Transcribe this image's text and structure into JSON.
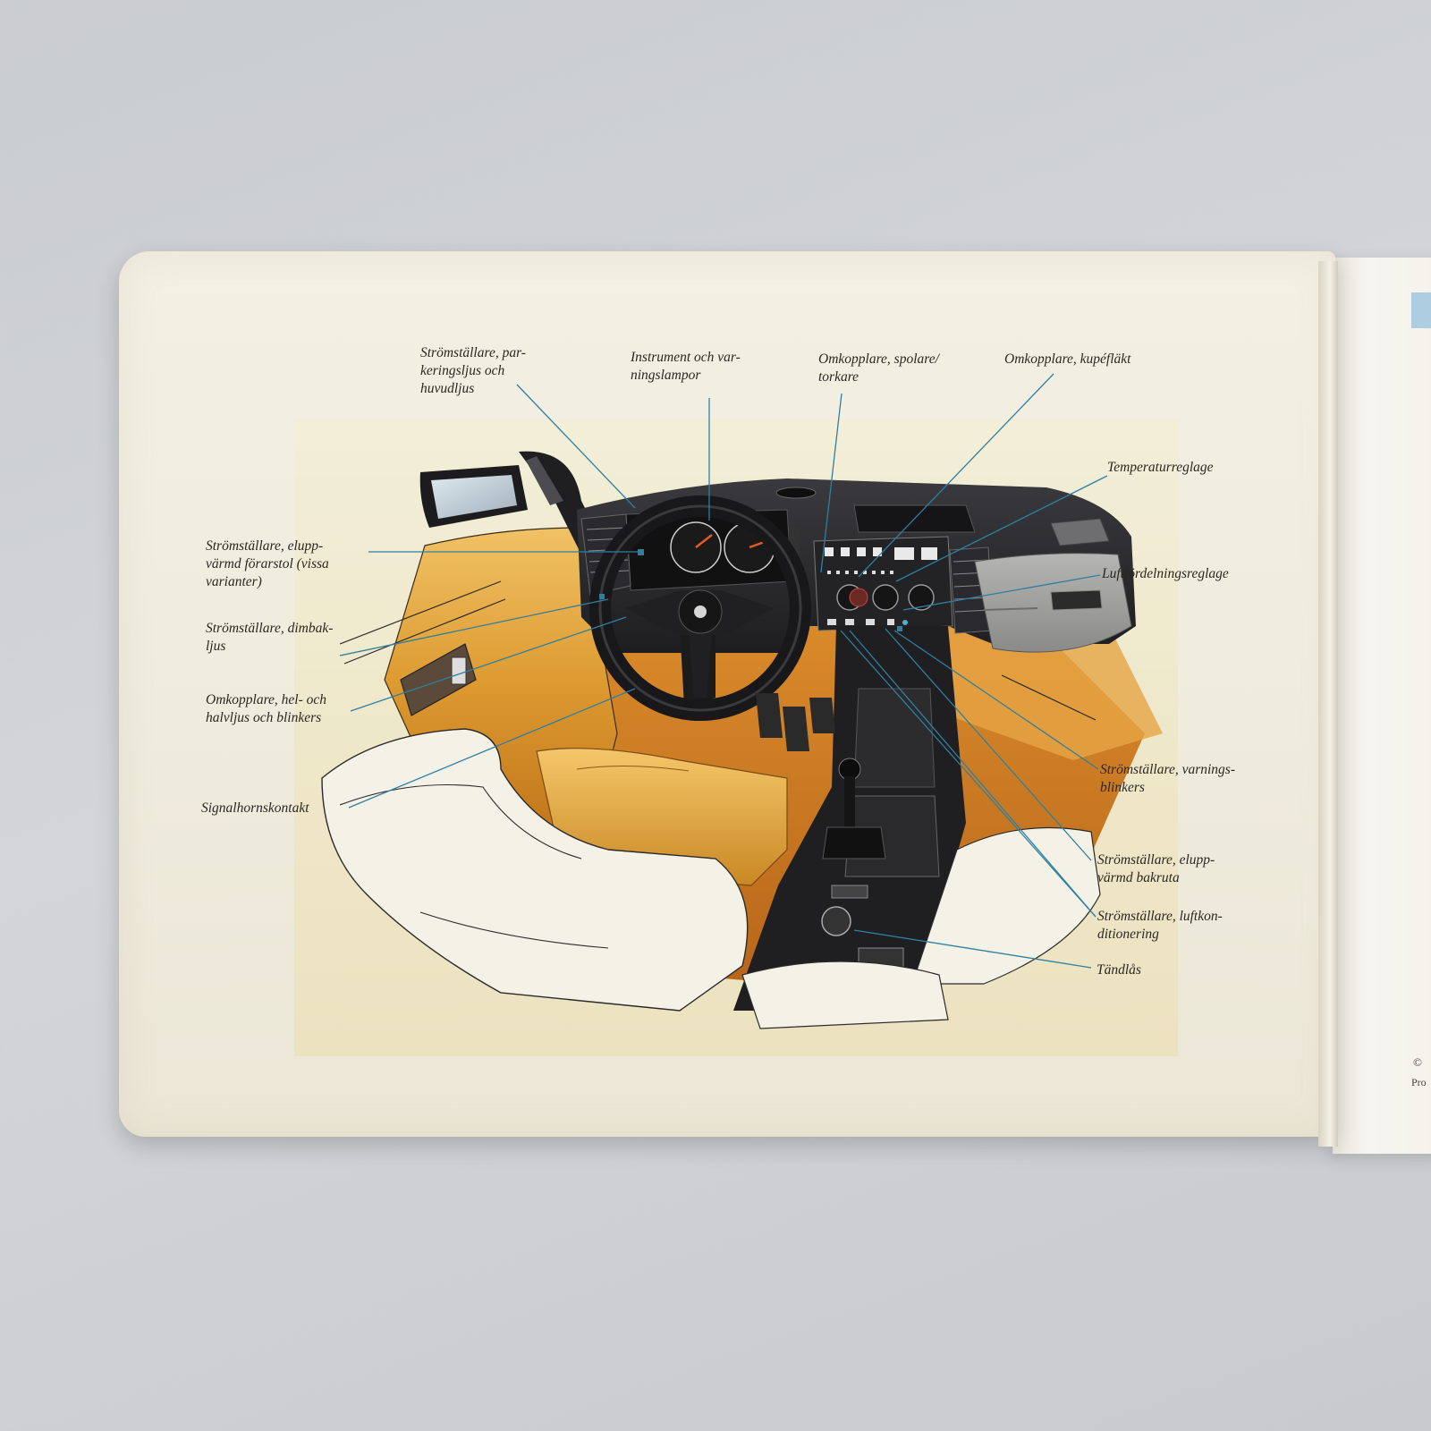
{
  "labels": [
    {
      "id": "parking-light-switch",
      "text": "Strömställare, par-\nkeringsljus och\nhuvudljus"
    },
    {
      "id": "instruments",
      "text": "Instrument och var-\nningslampor"
    },
    {
      "id": "wiper-switch",
      "text": "Omkopplare, spolare/\ntorkare"
    },
    {
      "id": "fan-switch",
      "text": "Omkopplare, kupéfläkt"
    },
    {
      "id": "temperature-control",
      "text": "Temperaturreglage"
    },
    {
      "id": "air-distribution-control",
      "text": "Luftfördelningsreglage"
    },
    {
      "id": "heated-seat-switch",
      "text": "Strömställare, elupp-\nvärmd förarstol (vissa\nvarianter)"
    },
    {
      "id": "fog-light-switch",
      "text": "Strömställare, dimbak-\nljus"
    },
    {
      "id": "headlight-indicator-switch",
      "text": "Omkopplare, hel- och\nhalvljus och blinkers"
    },
    {
      "id": "horn",
      "text": "Signalhornskontakt"
    },
    {
      "id": "hazard-switch",
      "text": "Strömställare, varnings-\nblinkers"
    },
    {
      "id": "rear-window-heater-switch",
      "text": "Strömställare, elupp-\nvärmd bakruta"
    },
    {
      "id": "ac-switch",
      "text": "Strömställare, luftkon-\nditionering"
    },
    {
      "id": "ignition-lock",
      "text": "Tändlås"
    }
  ],
  "right_page": {
    "copyright_fragment": "©",
    "print_fragment": "Pro"
  },
  "colors": {
    "leader_line": "#2f7fa0",
    "upholstery": "#d9992f",
    "dashboard": "#2b2b2d",
    "page": "#f0ecdd",
    "background": "#cfd1d4",
    "tab": "#aecde0"
  }
}
